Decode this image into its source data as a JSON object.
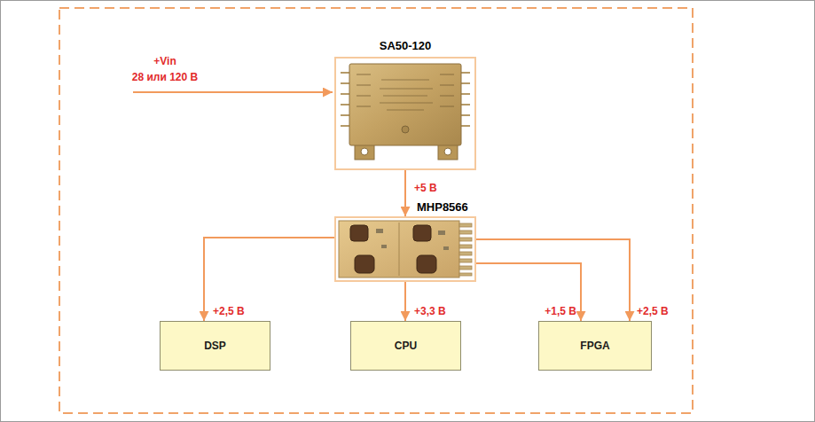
{
  "diagram": {
    "nodes": [
      {
        "text": [
          "SA50-120"
        ]
      },
      {
        "text": [
          "MHP8566"
        ]
      },
      {
        "text": [
          "DSP"
        ]
      },
      {
        "text": [
          "CPU"
        ]
      },
      {
        "text": [
          "FPGA"
        ]
      }
    ],
    "edges": [
      {
        "from": 0,
        "to": 1,
        "arrow": "to",
        "label": "+5 В"
      },
      {
        "from": 1,
        "to": 2,
        "arrow": "to",
        "label": "+2,5 В"
      },
      {
        "from": 1,
        "to": 3,
        "arrow": "to",
        "label": "+3,3 В"
      },
      {
        "from": 1,
        "to": 4,
        "arrow": "to",
        "label": "+1,5 В"
      },
      {
        "from": 1,
        "to": 4,
        "arrow": "to",
        "label": "+2,5 В"
      }
    ],
    "labels": [
      "+Vin",
      "28 или 120 В"
    ]
  }
}
